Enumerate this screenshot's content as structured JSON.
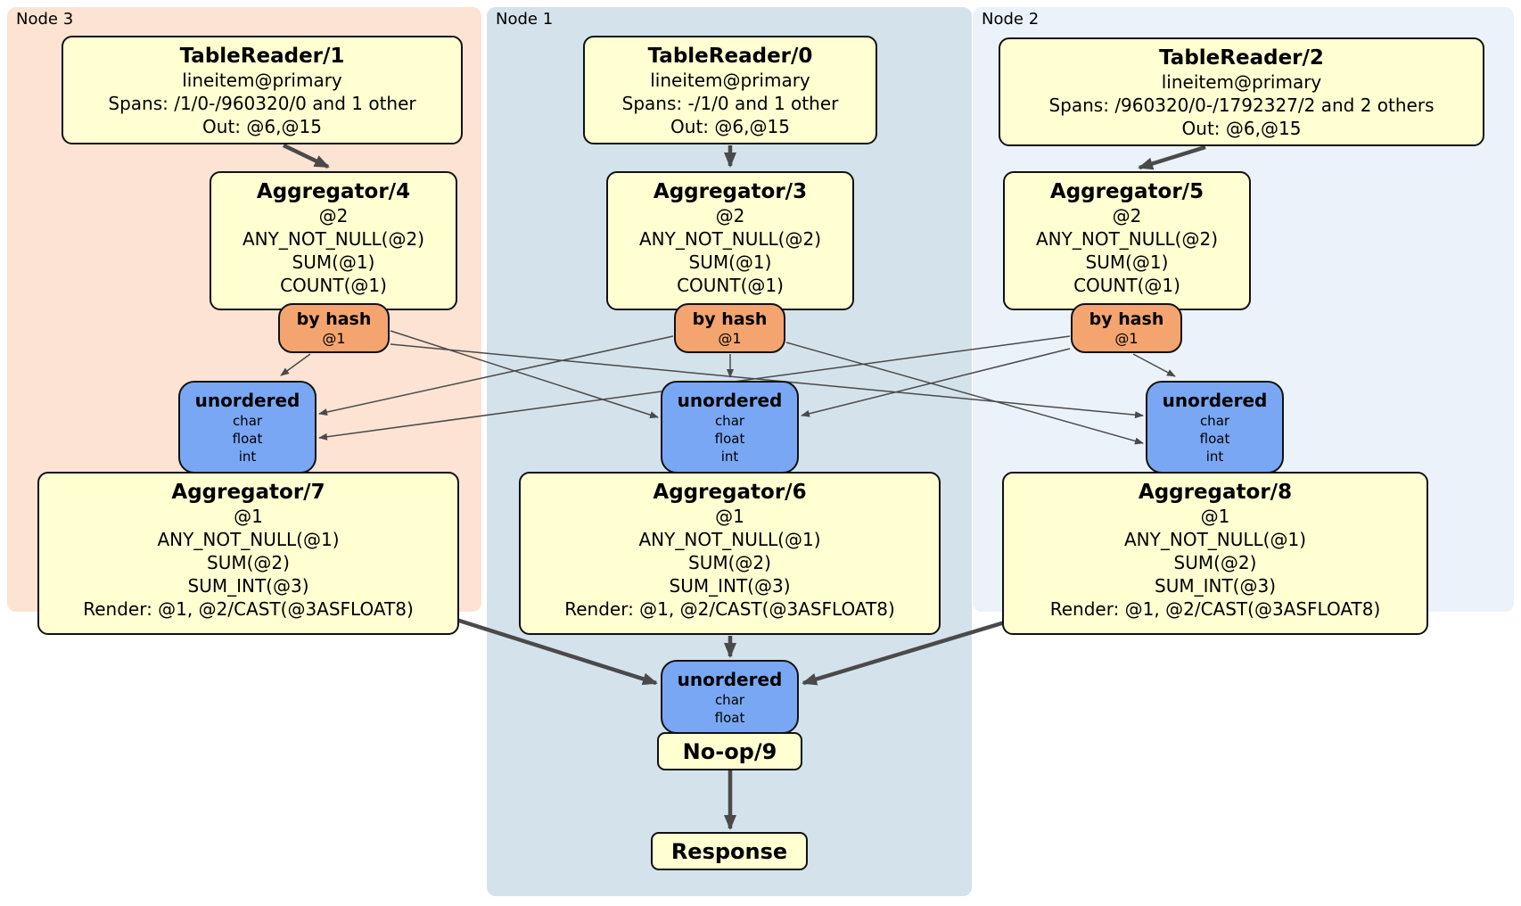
{
  "colors": {
    "page-bg": "#ffffff",
    "node3-bg": "#FCE3D3",
    "node1-bg": "#D4E2EB",
    "node2-bg": "#ECF2FA",
    "processor-fill": "#FFFFD2",
    "router-fill": "#F4A46F",
    "sync-fill": "#79A7F3",
    "box-border": "#111111",
    "edge-color": "#4A4A4A",
    "text-color": "#000000"
  },
  "panels": {
    "node3": {
      "label": "Node 3"
    },
    "node1": {
      "label": "Node 1"
    },
    "node2": {
      "label": "Node 2"
    }
  },
  "processors": {
    "tableReader1": {
      "title": "TableReader/1",
      "lines": [
        "lineitem@primary",
        "Spans: /1/0-/960320/0 and 1 other",
        "Out: @6,@15"
      ]
    },
    "tableReader0": {
      "title": "TableReader/0",
      "lines": [
        "lineitem@primary",
        "Spans: -/1/0 and 1 other",
        "Out: @6,@15"
      ]
    },
    "tableReader2": {
      "title": "TableReader/2",
      "lines": [
        "lineitem@primary",
        "Spans: /960320/0-/1792327/2 and 2 others",
        "Out: @6,@15"
      ]
    },
    "aggregator4": {
      "title": "Aggregator/4",
      "lines": [
        "@2",
        "ANY_NOT_NULL(@2)",
        "SUM(@1)",
        "COUNT(@1)"
      ]
    },
    "aggregator3": {
      "title": "Aggregator/3",
      "lines": [
        "@2",
        "ANY_NOT_NULL(@2)",
        "SUM(@1)",
        "COUNT(@1)"
      ]
    },
    "aggregator5": {
      "title": "Aggregator/5",
      "lines": [
        "@2",
        "ANY_NOT_NULL(@2)",
        "SUM(@1)",
        "COUNT(@1)"
      ]
    },
    "aggregator7": {
      "title": "Aggregator/7",
      "lines": [
        "@1",
        "ANY_NOT_NULL(@1)",
        "SUM(@2)",
        "SUM_INT(@3)",
        "Render: @1, @2/CAST(@3ASFLOAT8)"
      ]
    },
    "aggregator6": {
      "title": "Aggregator/6",
      "lines": [
        "@1",
        "ANY_NOT_NULL(@1)",
        "SUM(@2)",
        "SUM_INT(@3)",
        "Render: @1, @2/CAST(@3ASFLOAT8)"
      ]
    },
    "aggregator8": {
      "title": "Aggregator/8",
      "lines": [
        "@1",
        "ANY_NOT_NULL(@1)",
        "SUM(@2)",
        "SUM_INT(@3)",
        "Render: @1, @2/CAST(@3ASFLOAT8)"
      ]
    },
    "noop9": {
      "title": "No-op/9"
    },
    "response": {
      "title": "Response"
    }
  },
  "routers": {
    "left": {
      "label": "by hash",
      "key": "@1"
    },
    "center": {
      "label": "by hash",
      "key": "@1"
    },
    "right": {
      "label": "by hash",
      "key": "@1"
    }
  },
  "synchronizers": {
    "left": {
      "label": "unordered",
      "types": [
        "char",
        "float",
        "int"
      ]
    },
    "center": {
      "label": "unordered",
      "types": [
        "char",
        "float",
        "int"
      ]
    },
    "right": {
      "label": "unordered",
      "types": [
        "char",
        "float",
        "int"
      ]
    },
    "final": {
      "label": "unordered",
      "types": [
        "char",
        "float"
      ]
    }
  }
}
